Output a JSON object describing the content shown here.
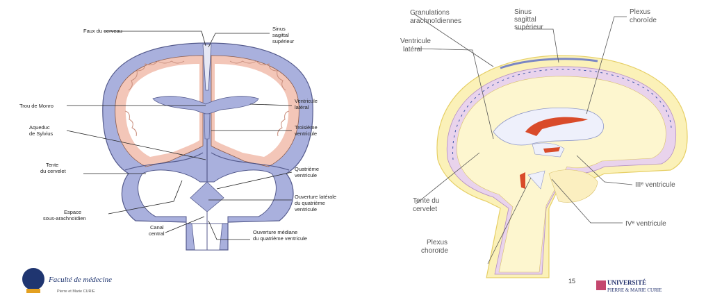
{
  "left_diagram": {
    "labels": {
      "faux": "Faux du cerveau",
      "sinus_1": "Sinus",
      "sinus_2": "sagittal",
      "sinus_3": "supérieur",
      "trou_monro": "Trou de Monro",
      "ventricule_lat_1": "Ventricule",
      "ventricule_lat_2": "latéral",
      "aqueduc_1": "Aqueduc",
      "aqueduc_2": "de Sylvius",
      "troisieme_1": "Troisième",
      "troisieme_2": "ventricule",
      "tente_1": "Tente",
      "tente_2": "du cervelet",
      "quatrieme_1": "Quatrième",
      "quatrieme_2": "ventricule",
      "ouverture_lat_1": "Ouverture latérale",
      "ouverture_lat_2": "du quatrième",
      "ouverture_lat_3": "ventricule",
      "espace_1": "Espace",
      "espace_2": "sous-arachnoïdien",
      "canal_1": "Canal",
      "canal_2": "central",
      "ouverture_med_1": "Ouverture médiane",
      "ouverture_med_2": "du quatrième ventricule"
    }
  },
  "right_diagram": {
    "labels": {
      "granulations_1": "Granulations",
      "granulations_2": "arachnoïdiennes",
      "sinus_1": "Sinus",
      "sinus_2": "sagittal",
      "sinus_3": "supérieur",
      "plexus_top_1": "Plexus",
      "plexus_top_2": "choroïde",
      "ventricule_1": "Ventricule",
      "ventricule_2": "latéral",
      "iii": "IIIᵉ ventricule",
      "iv": "IVᵉ ventricule",
      "tente_1": "Tente du",
      "tente_2": "cervelet",
      "plexus_bot_1": "Plexus",
      "plexus_bot_2": "choroïde"
    },
    "page_number": "15"
  },
  "logos": {
    "left_1": "Faculté de médecine",
    "left_2": "Pierre et Marie CURIE",
    "right_1": "UNIVERSITÉ",
    "right_2": "PIERRE & MARIE CURIE"
  },
  "colors": {
    "csf_blue": "#a9b0dd",
    "cortex_pink": "#f3c6b8",
    "plexus_red": "#d94b2a",
    "brain_yellow": "#fbf1b8",
    "arachnoid_pink": "#e9d3ec"
  }
}
